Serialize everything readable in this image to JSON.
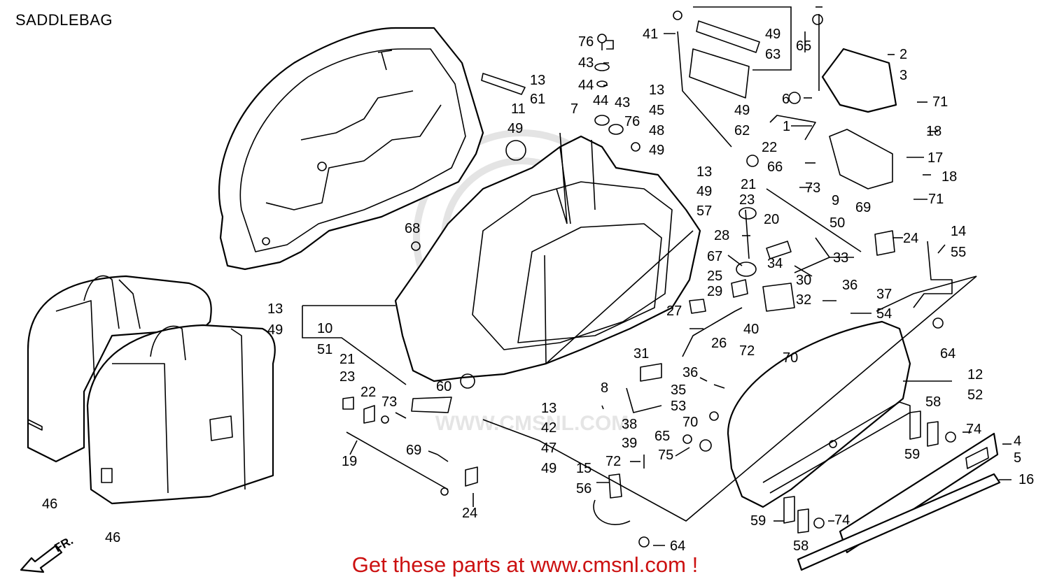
{
  "title": "SADDLEBAG",
  "promo": "Get these parts at www.cmsnl.com !",
  "watermark": "WWW.CMSNL.COM",
  "direction_label": "FR.",
  "part_numbers": [
    "1",
    "2",
    "3",
    "4",
    "5",
    "6",
    "7",
    "8",
    "9",
    "10",
    "11",
    "12",
    "13",
    "14",
    "15",
    "16",
    "17",
    "18",
    "19",
    "20",
    "21",
    "22",
    "23",
    "24",
    "25",
    "26",
    "27",
    "28",
    "29",
    "30",
    "31",
    "32",
    "33",
    "34",
    "35",
    "36",
    "37",
    "38",
    "39",
    "40",
    "41",
    "42",
    "43",
    "44",
    "45",
    "46",
    "47",
    "48",
    "49",
    "50",
    "51",
    "52",
    "53",
    "54",
    "55",
    "56",
    "57",
    "58",
    "59",
    "60",
    "61",
    "62",
    "63",
    "64",
    "65",
    "66",
    "67",
    "68",
    "69",
    "70",
    "71",
    "72",
    "73",
    "74",
    "75",
    "76"
  ],
  "callouts": [
    {
      "id": "c76a",
      "t": "76"
    },
    {
      "id": "c43a",
      "t": "43"
    },
    {
      "id": "c44a",
      "t": "44"
    },
    {
      "id": "c41",
      "t": "41"
    },
    {
      "id": "c49a",
      "t": "49"
    },
    {
      "id": "c63",
      "t": "63"
    },
    {
      "id": "c65a",
      "t": "65"
    },
    {
      "id": "c2",
      "t": "2"
    },
    {
      "id": "c3",
      "t": "3"
    },
    {
      "id": "c13a",
      "t": "13"
    },
    {
      "id": "c61",
      "t": "61"
    },
    {
      "id": "c11",
      "t": "11"
    },
    {
      "id": "c49b",
      "t": "49"
    },
    {
      "id": "c7",
      "t": "7"
    },
    {
      "id": "c44b",
      "t": "44"
    },
    {
      "id": "c43b",
      "t": "43"
    },
    {
      "id": "c76b",
      "t": "76"
    },
    {
      "id": "c13b",
      "t": "13"
    },
    {
      "id": "c45",
      "t": "45"
    },
    {
      "id": "c48",
      "t": "48"
    },
    {
      "id": "c49c",
      "t": "49"
    },
    {
      "id": "c49d",
      "t": "49"
    },
    {
      "id": "c62",
      "t": "62"
    },
    {
      "id": "c6",
      "t": "6"
    },
    {
      "id": "c71a",
      "t": "71"
    },
    {
      "id": "c1",
      "t": "1"
    },
    {
      "id": "c18a",
      "t": "18"
    },
    {
      "id": "c17",
      "t": "17"
    },
    {
      "id": "c22a",
      "t": "22"
    },
    {
      "id": "c66",
      "t": "66"
    },
    {
      "id": "c18b",
      "t": "18"
    },
    {
      "id": "c13c",
      "t": "13"
    },
    {
      "id": "c49e",
      "t": "49"
    },
    {
      "id": "c21a",
      "t": "21"
    },
    {
      "id": "c23a",
      "t": "23"
    },
    {
      "id": "c73a",
      "t": "73"
    },
    {
      "id": "c9",
      "t": "9"
    },
    {
      "id": "c69a",
      "t": "69"
    },
    {
      "id": "c71b",
      "t": "71"
    },
    {
      "id": "c57",
      "t": "57"
    },
    {
      "id": "c20",
      "t": "20"
    },
    {
      "id": "c50",
      "t": "50"
    },
    {
      "id": "c14",
      "t": "14"
    },
    {
      "id": "c55",
      "t": "55"
    },
    {
      "id": "c68",
      "t": "68"
    },
    {
      "id": "c28",
      "t": "28"
    },
    {
      "id": "c24a",
      "t": "24"
    },
    {
      "id": "c33",
      "t": "33"
    },
    {
      "id": "c67",
      "t": "67"
    },
    {
      "id": "c25",
      "t": "25"
    },
    {
      "id": "c34",
      "t": "34"
    },
    {
      "id": "c29",
      "t": "29"
    },
    {
      "id": "c30",
      "t": "30"
    },
    {
      "id": "c36a",
      "t": "36"
    },
    {
      "id": "c37",
      "t": "37"
    },
    {
      "id": "c32",
      "t": "32"
    },
    {
      "id": "c54",
      "t": "54"
    },
    {
      "id": "c13d",
      "t": "13"
    },
    {
      "id": "c49f",
      "t": "49"
    },
    {
      "id": "c27",
      "t": "27"
    },
    {
      "id": "c10",
      "t": "10"
    },
    {
      "id": "c51",
      "t": "51"
    },
    {
      "id": "c26",
      "t": "26"
    },
    {
      "id": "c40",
      "t": "40"
    },
    {
      "id": "c64a",
      "t": "64"
    },
    {
      "id": "c72a",
      "t": "72"
    },
    {
      "id": "c70a",
      "t": "70"
    },
    {
      "id": "c21b",
      "t": "21"
    },
    {
      "id": "c23b",
      "t": "23"
    },
    {
      "id": "c31",
      "t": "31"
    },
    {
      "id": "c12",
      "t": "12"
    },
    {
      "id": "c52",
      "t": "52"
    },
    {
      "id": "c36b",
      "t": "36"
    },
    {
      "id": "c60",
      "t": "60"
    },
    {
      "id": "c8",
      "t": "8"
    },
    {
      "id": "c22b",
      "t": "22"
    },
    {
      "id": "c73b",
      "t": "73"
    },
    {
      "id": "c35",
      "t": "35"
    },
    {
      "id": "c53",
      "t": "53"
    },
    {
      "id": "c13e",
      "t": "13"
    },
    {
      "id": "c70b",
      "t": "70"
    },
    {
      "id": "c58a",
      "t": "58"
    },
    {
      "id": "c42",
      "t": "42"
    },
    {
      "id": "c38",
      "t": "38"
    },
    {
      "id": "c74a",
      "t": "74"
    },
    {
      "id": "c4",
      "t": "4"
    },
    {
      "id": "c5",
      "t": "5"
    },
    {
      "id": "c59a",
      "t": "59"
    },
    {
      "id": "c47",
      "t": "47"
    },
    {
      "id": "c39",
      "t": "39"
    },
    {
      "id": "c65b",
      "t": "65"
    },
    {
      "id": "c69b",
      "t": "69"
    },
    {
      "id": "c75",
      "t": "75"
    },
    {
      "id": "c19",
      "t": "19"
    },
    {
      "id": "c49g",
      "t": "49"
    },
    {
      "id": "c72b",
      "t": "72"
    },
    {
      "id": "c15",
      "t": "15"
    },
    {
      "id": "c16",
      "t": "16"
    },
    {
      "id": "c56",
      "t": "56"
    },
    {
      "id": "c46a",
      "t": "46"
    },
    {
      "id": "c24b",
      "t": "24"
    },
    {
      "id": "c59b",
      "t": "59"
    },
    {
      "id": "c74b",
      "t": "74"
    },
    {
      "id": "c46b",
      "t": "46"
    },
    {
      "id": "c64b",
      "t": "64"
    },
    {
      "id": "c58b",
      "t": "58"
    }
  ]
}
